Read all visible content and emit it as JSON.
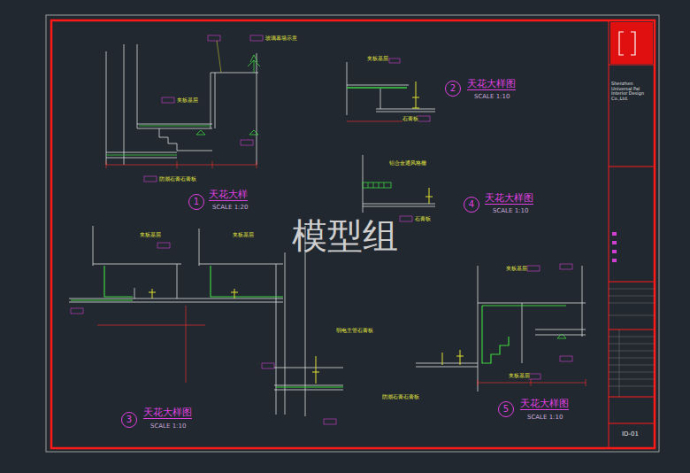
{
  "diagram": {
    "nodes": [
      {
        "text": [
          "1"
        ]
      },
      {
        "text": [
          "2"
        ]
      },
      {
        "text": [
          "3"
        ]
      },
      {
        "text": [
          "4"
        ]
      },
      {
        "text": [
          "5"
        ]
      }
    ],
    "labels": [
      "天花大样",
      "SCALE 1:20",
      "天花大样图",
      "SCALE 1:10",
      "天花大样图",
      "SCALE 1:10",
      "天花大样图",
      "SCALE 1:10",
      "天花大样图",
      "SCALE 1:10",
      "模型组",
      "Shenzhen Universal Pal Interior Design Co.,Ltd.",
      "ID-01",
      "玻璃幕墙示意",
      "夹板基层",
      "防潮石膏石膏板",
      "夹板基层",
      "石膏板",
      "铝合金通风格栅",
      "石膏板",
      "夹板基层",
      "夹板基层",
      "弱电主管石膏板",
      "防潮石膏石膏板",
      "夹板基层",
      "夹板基层"
    ]
  }
}
